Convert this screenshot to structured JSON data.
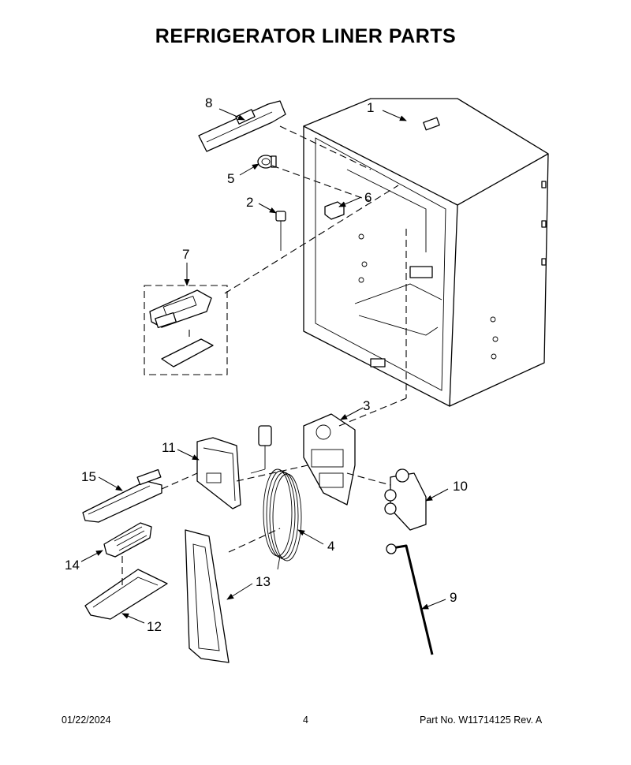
{
  "title": "REFRIGERATOR LINER PARTS",
  "callouts": [
    "1",
    "2",
    "3",
    "4",
    "5",
    "6",
    "7",
    "8",
    "9",
    "10",
    "11",
    "12",
    "13",
    "14",
    "15"
  ],
  "footer": {
    "date": "01/22/2024",
    "page": "4",
    "part_info": "Part No.  W11714125  Rev.  A"
  }
}
